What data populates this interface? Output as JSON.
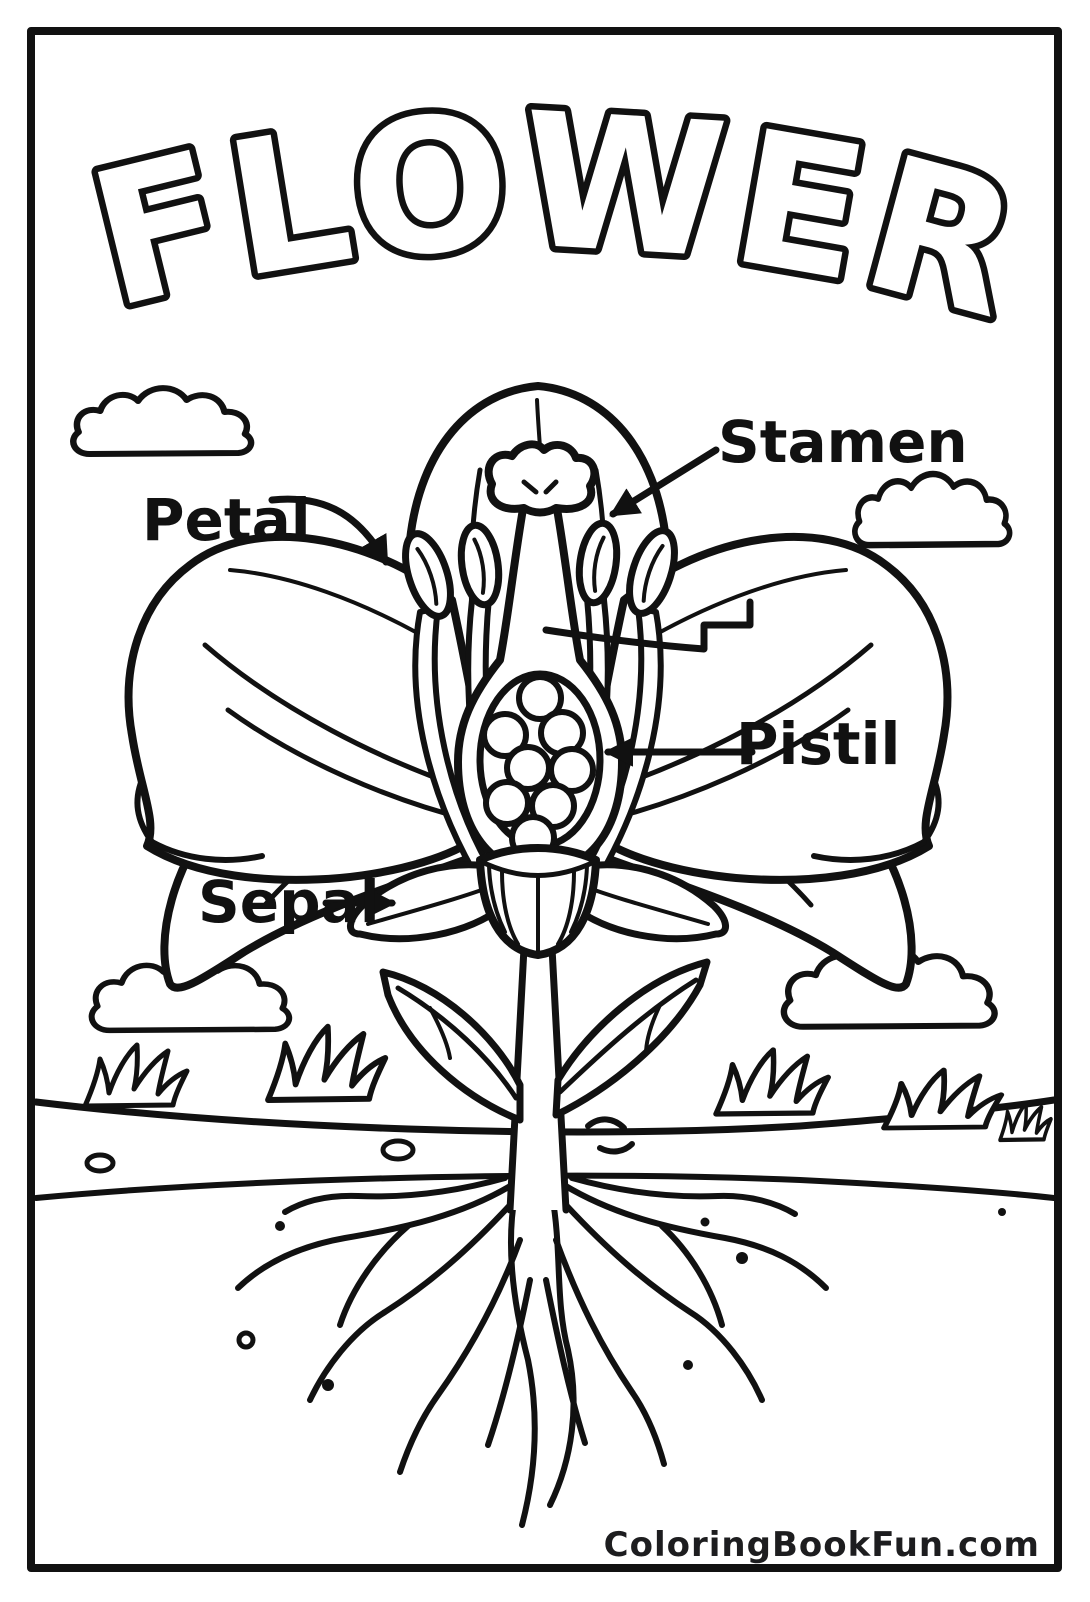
{
  "page": {
    "title": "FLOWER",
    "watermark": "ColoringBookFun.com",
    "ink_color": "#111111",
    "paper_color": "#ffffff"
  },
  "labels": {
    "petal": "Petal",
    "stamen": "Stamen",
    "pistil": "Pistil",
    "sepal": "Sepal"
  },
  "labeled_parts": [
    "Petal",
    "Stamen",
    "Pistil",
    "Sepal"
  ]
}
